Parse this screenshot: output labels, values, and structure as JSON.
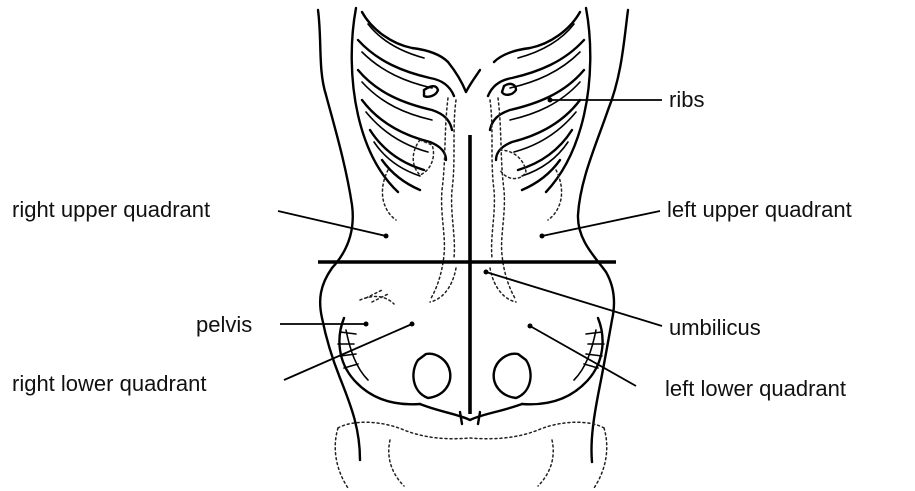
{
  "labels": {
    "ribs": "ribs",
    "right_upper_quadrant": "right upper quadrant",
    "left_upper_quadrant": "left upper quadrant",
    "pelvis": "pelvis",
    "umbilicus": "umbilicus",
    "right_lower_quadrant": "right lower quadrant",
    "left_lower_quadrant": "left lower quadrant"
  },
  "colors": {
    "ink": "#000000",
    "background": "#ffffff"
  }
}
